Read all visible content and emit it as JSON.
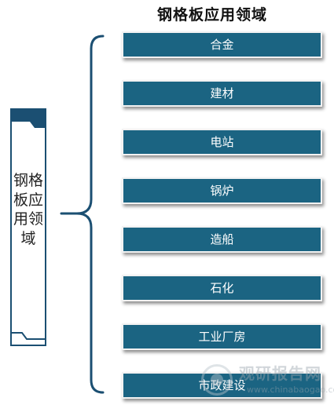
{
  "title": "钢格板应用领域",
  "side_label": "钢格板应用领域",
  "categories": [
    "合金",
    "建材",
    "电站",
    "锅炉",
    "造船",
    "石化",
    "工业厂房",
    "市政建设"
  ],
  "colors": {
    "box_fill": "#1b6482",
    "box_text": "#ffffff",
    "accent": "#1b4f72"
  },
  "watermark": {
    "cn": "观研报告网",
    "en": "www.chinabaogao.com"
  }
}
